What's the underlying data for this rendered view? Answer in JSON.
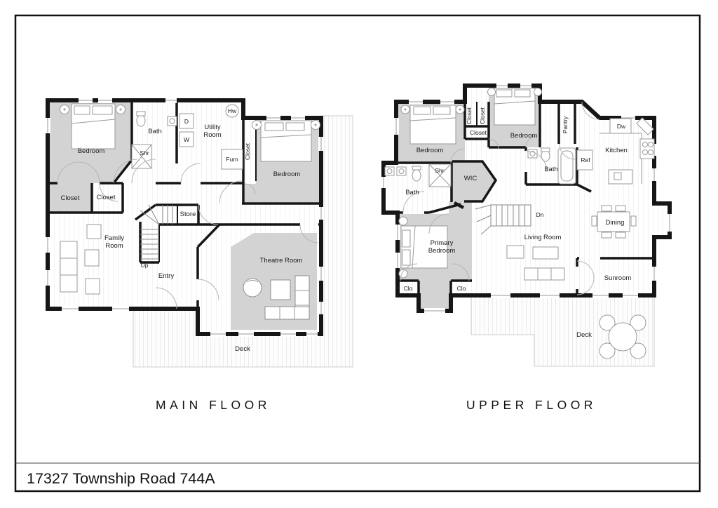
{
  "sheet": {
    "address": "17327 Township Road 744A",
    "main_title": "MAIN FLOOR",
    "upper_title": "UPPER FLOOR"
  },
  "main": {
    "labels": {
      "bedroom1": "Bedroom",
      "bath": "Bath",
      "shr": "Shr",
      "utility1": "Utility",
      "utility2": "Room",
      "hw": "Hw",
      "dryer": "D",
      "washer": "W",
      "furn": "Furn",
      "closet_side": "Closet",
      "bedroom2": "Bedroom",
      "closet_a": "Closet",
      "closet_b": "Closet",
      "store": "Store",
      "family1": "Family",
      "family2": "Room",
      "up": "Up",
      "entry": "Entry",
      "theatre": "Theatre Room",
      "deck": "Deck"
    }
  },
  "upper": {
    "labels": {
      "bedroom1": "Bedroom",
      "closet_v1": "Closet",
      "closet_v2": "Closet",
      "closet_h": "Closet",
      "bedroom2": "Bedroom",
      "pantry": "Pantry",
      "dw": "Dw",
      "kitchen": "Kitchen",
      "ref": "Ref",
      "bath_mid": "Bath",
      "shr": "Shr",
      "wic": "WIC",
      "bath_left": "Bath",
      "dn": "Dn",
      "primary1": "Primary",
      "primary2": "Bedroom",
      "clo1": "Clo",
      "clo2": "Clo",
      "living": "Living Room",
      "dining": "Dining",
      "sunroom": "Sunroom",
      "deck": "Deck"
    }
  },
  "colors": {
    "wall": "#161616",
    "room_fill": "#d3d3d3",
    "paper": "#ffffff"
  }
}
